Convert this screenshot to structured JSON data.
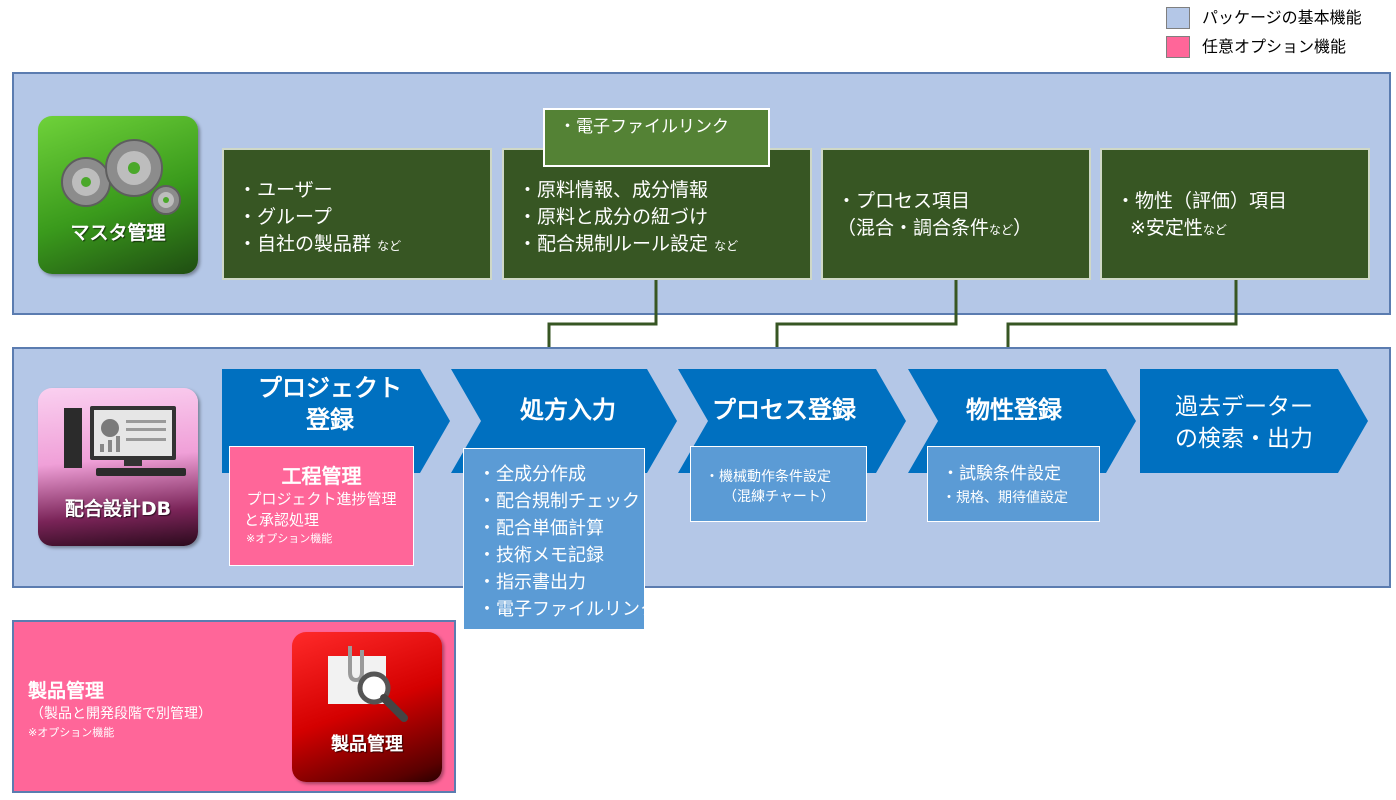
{
  "legend": {
    "basic": {
      "label": "パッケージの基本機能",
      "color": "#b4c7e7"
    },
    "option": {
      "label": "任意オプション機能",
      "color": "#ff6699"
    }
  },
  "master": {
    "icon_label": "マスタ管理",
    "link_box": "・電子ファイルリンク",
    "boxes": [
      {
        "lines": [
          "・ユーザー",
          "・グループ",
          "・自社の製品群"
        ],
        "suffix": "など"
      },
      {
        "lines": [
          "・原料情報、成分情報",
          "・原料と成分の紐づけ",
          "・配合規制ルール設定"
        ],
        "suffix": "など"
      },
      {
        "line1": "・プロセス項目",
        "line2": "（混合・調合条件",
        "suffix": "など",
        "line2_end": "）"
      },
      {
        "line1": "・物性（評価）項目",
        "line2": "※安定性",
        "suffix": "など"
      }
    ]
  },
  "db": {
    "icon_label": "配合設計DB",
    "steps": [
      {
        "line1": "プロジェクト",
        "line2": "登録"
      },
      {
        "line1": "処方入力"
      },
      {
        "line1": "プロセス登録"
      },
      {
        "line1": "物性登録"
      },
      {
        "line1": "過去データーの",
        "line2": "検索・出力",
        "display": "過去データー\nの検索・出力"
      }
    ],
    "process_mgmt": {
      "title": "工程管理",
      "line1": "プロジェクト進捗管理",
      "line2": "と承認処理",
      "note": "※オプション機能"
    },
    "formula_items": [
      "・全成分作成",
      "・配合規制チェック",
      "・配合単価計算",
      "・技術メモ記録",
      "・指示書出力",
      "・電子ファイルリンク"
    ],
    "process_items": {
      "line1": "・機械動作条件設定",
      "line2": "（混練チャート）"
    },
    "property_items": [
      "・試験条件設定",
      "・規格、期待値設定"
    ]
  },
  "product": {
    "title": "製品管理",
    "subtitle": "（製品と開発段階で別管理）",
    "note": "※オプション機能",
    "icon_label": "製品管理"
  }
}
